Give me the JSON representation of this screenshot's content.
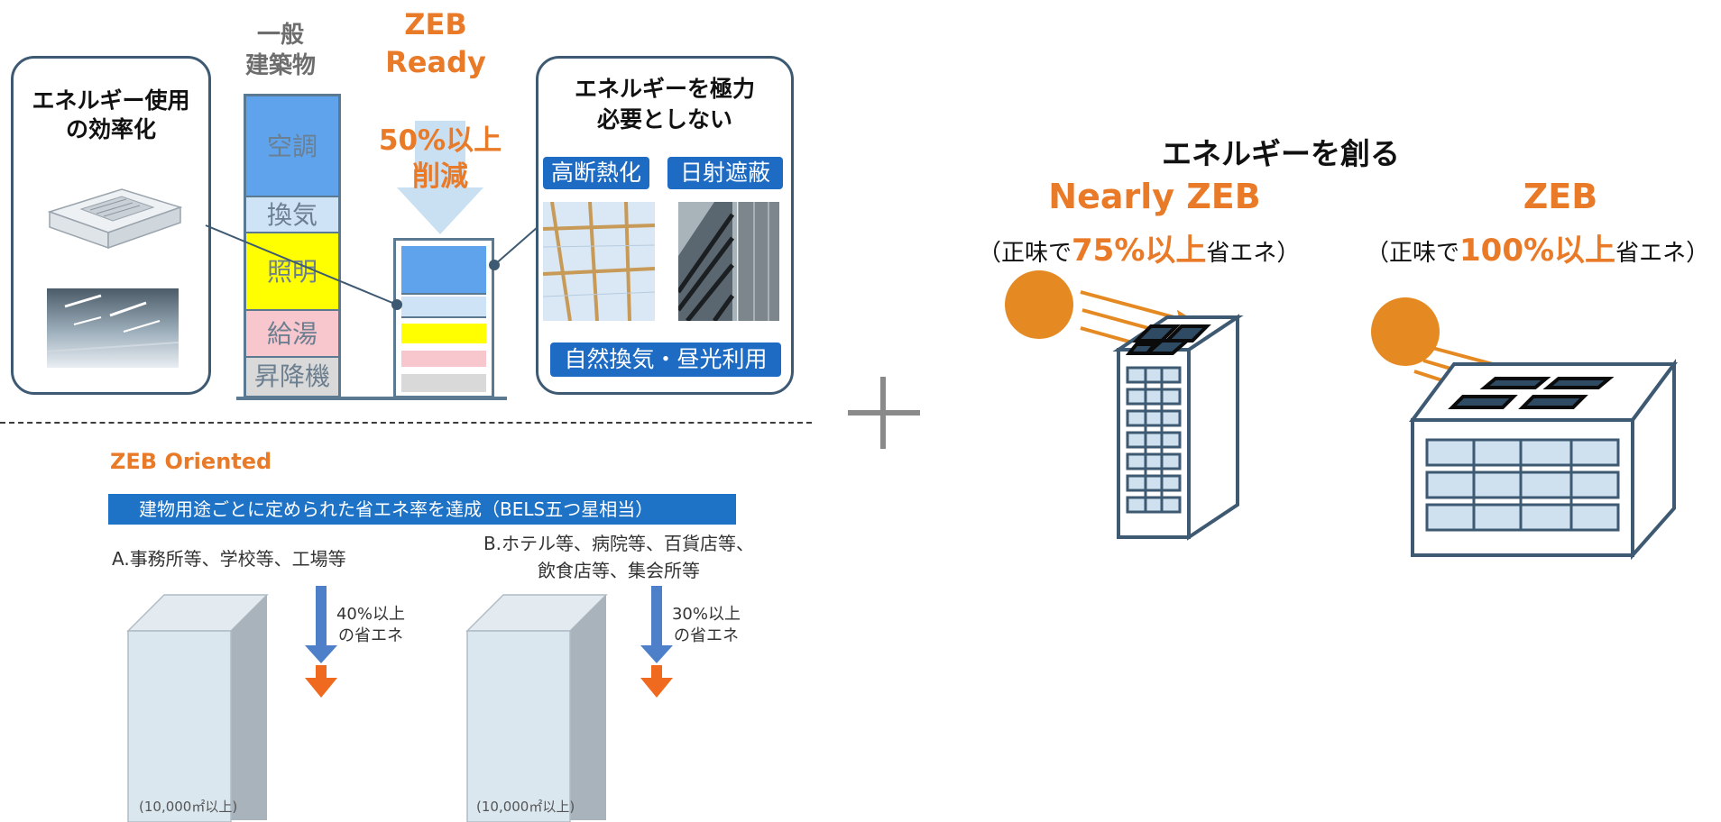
{
  "ready_panel": {
    "general_building_label": "一般\n建築物",
    "zeb_ready_title": "ZEB\nReady",
    "reduction_text": "50%以上\n削減",
    "left_box_title": "エネルギー使用\nの効率化",
    "right_box_title": "エネルギーを極力\n必要としない",
    "stack_segments": [
      "空調",
      "換気",
      "照明",
      "給湯",
      "昇降機"
    ],
    "tags": {
      "insulation": "高断熱化",
      "shading": "日射遮蔽",
      "natural": "自然換気・昼光利用"
    }
  },
  "oriented_panel": {
    "title": "ZEB Oriented",
    "banner": "建物用途ごとに定められた省エネ率を達成（BELS五つ星相当）",
    "group_a": {
      "label": "A.事務所等、学校等、工場等",
      "saving": "40%以上\nの省エネ",
      "floor_area": "(10,000㎡以上)"
    },
    "group_b": {
      "label": "B.ホテル等、病院等、百貨店等、\n飲食店等、集会所等",
      "saving": "30%以上\nの省エネ",
      "floor_area": "(10,000㎡以上)"
    }
  },
  "plus_symbol": "+",
  "create_panel": {
    "heading": "エネルギーを創る",
    "nearly": {
      "title": "Nearly ZEB",
      "paren_open": "（正味で",
      "value": "75%以上",
      "paren_close": "省エネ）"
    },
    "zeb": {
      "title": "ZEB",
      "paren_open": "（正味で",
      "value": "100%以上",
      "paren_close": "省エネ）"
    }
  },
  "colors": {
    "orange": "#e97a28",
    "panel_border": "#3e5a73",
    "tag_blue": "#1e6bc4",
    "hvac": "#5ea3ec",
    "lighting": "#ffff00",
    "hot_water": "#f7c7cd",
    "elevator": "#d9d9d9",
    "ventilation": "#cfe3f7"
  }
}
